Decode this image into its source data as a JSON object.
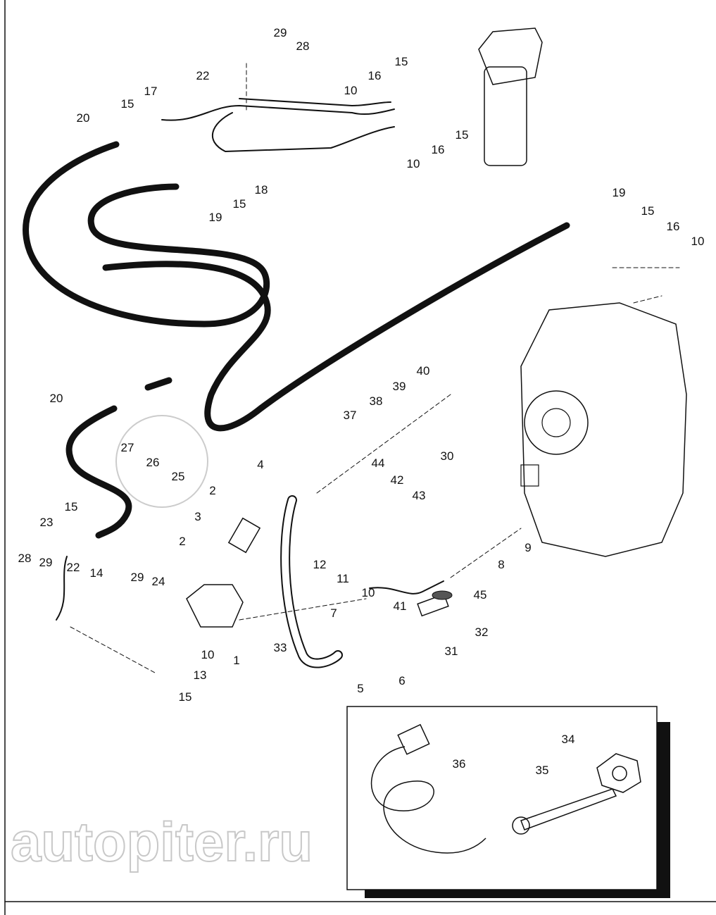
{
  "watermark": "autopiter.ru",
  "callouts": [
    "29",
    "28",
    "22",
    "17",
    "15",
    "20",
    "15",
    "16",
    "10",
    "10",
    "16",
    "15",
    "18",
    "15",
    "19",
    "19",
    "15",
    "16",
    "10",
    "20",
    "27",
    "26",
    "25",
    "40",
    "39",
    "38",
    "37",
    "4",
    "44",
    "42",
    "30",
    "43",
    "2",
    "3",
    "2",
    "12",
    "11",
    "10",
    "41",
    "45",
    "8",
    "9",
    "15",
    "23",
    "28",
    "29",
    "22",
    "14",
    "29",
    "24",
    "7",
    "32",
    "31",
    "33",
    "1",
    "10",
    "13",
    "15",
    "5",
    "6",
    "36",
    "35",
    "34"
  ],
  "colors": {
    "line": "#111111",
    "hose": "#111111",
    "watermark": "#c8c8c8"
  }
}
